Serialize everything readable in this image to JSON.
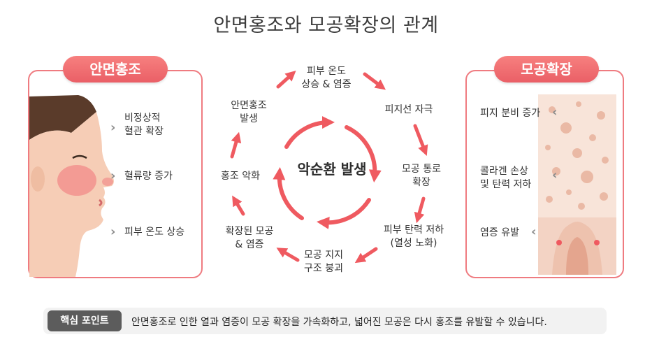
{
  "title": "안면홍조와 모공확장의 관계",
  "left_panel": {
    "header": "안면홍조",
    "symptoms": [
      "비정상적\n혈관 확장",
      "혈류량 증가",
      "피부 온도 상승"
    ]
  },
  "right_panel": {
    "header": "모공확장",
    "symptoms": [
      "피지 분비 증가",
      "콜라겐 손상\n및 탄력 저하",
      "염증 유발"
    ]
  },
  "cycle": {
    "center": "악순환 발생",
    "nodes": [
      "피부 온도\n상승 & 염증",
      "피지선 자극",
      "모공 통로\n확장",
      "피부 탄력 저하\n(열성 노화)",
      "모공 지지\n구조 붕괴",
      "확장된 모공\n& 염증",
      "홍조 악화",
      "안면홍조\n발생"
    ]
  },
  "key_point": {
    "label": "핵심 포인트",
    "text": "안면홍조로 인한 열과 염증이 모공 확장을 가속화하고, 넓어진 모공은 다시 홍조를 유발할 수 있습니다."
  },
  "colors": {
    "accent": "#ef6c72",
    "arrow": "#ef5a60",
    "badge": "#5c5c5c"
  }
}
